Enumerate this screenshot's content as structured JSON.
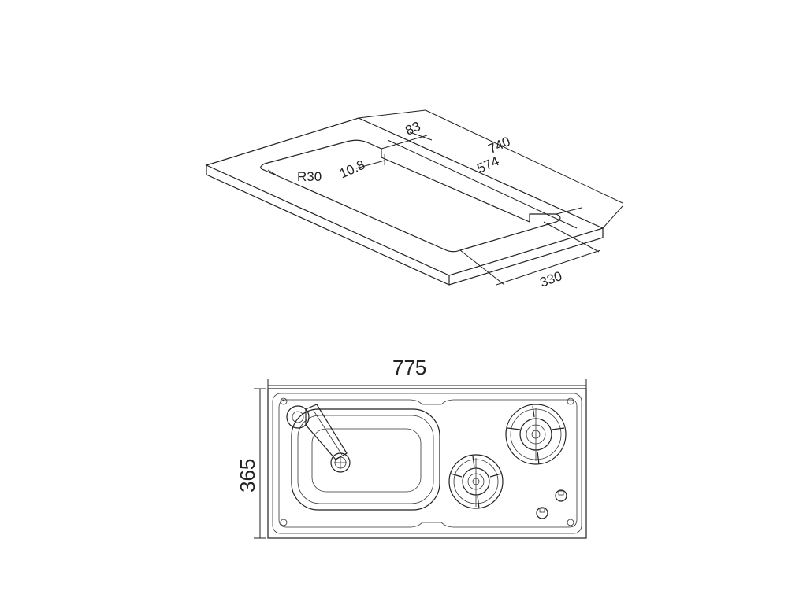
{
  "diagram": {
    "top_view": {
      "dimensions": {
        "overall_width": "740",
        "cutout_length": "574",
        "edge_offset": "83",
        "corner_radius": "R30",
        "lip_offset": "10.8",
        "depth": "330"
      }
    },
    "plan_view": {
      "dimensions": {
        "width": "775",
        "height": "365"
      },
      "components": [
        "sink-basin",
        "faucet",
        "drain",
        "burner-large",
        "burner-small",
        "control-knob-1",
        "control-knob-2"
      ]
    }
  }
}
